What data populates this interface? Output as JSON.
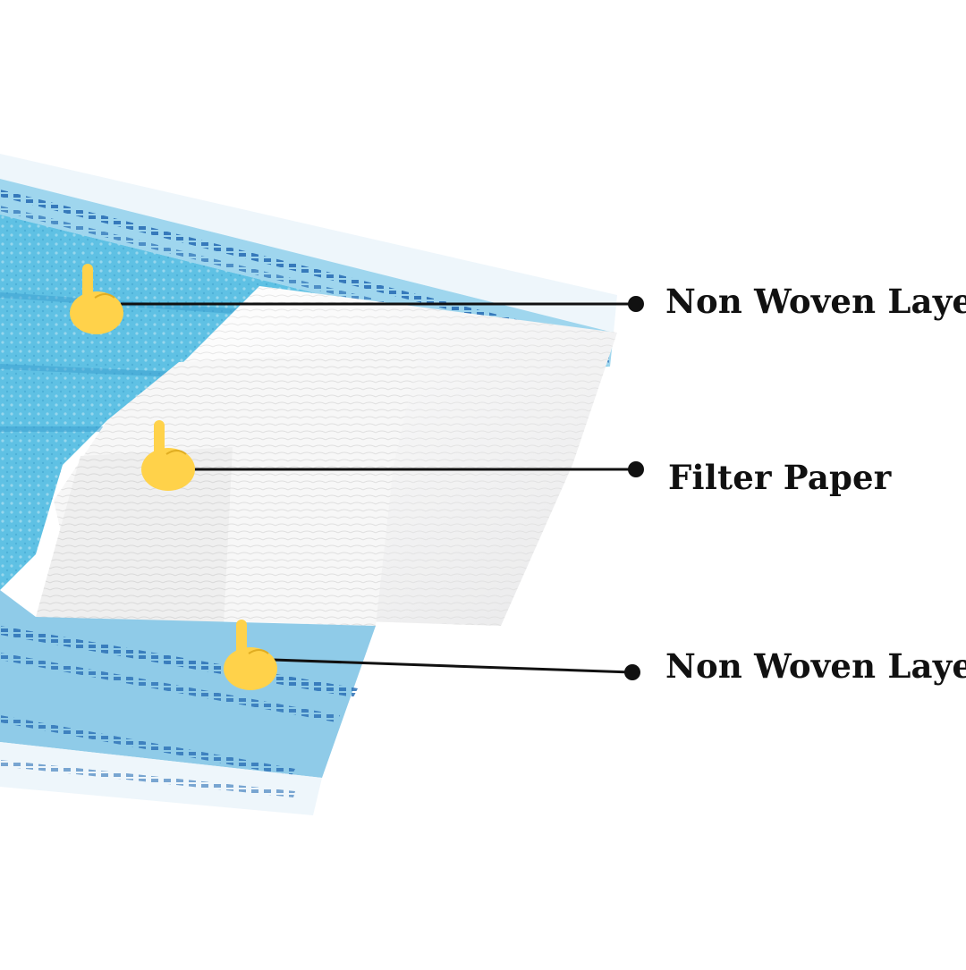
{
  "labels": {
    "top": "Non Woven Layer",
    "middle": "Filter Paper",
    "bottom": "Non Woven Layer"
  },
  "icons": {
    "pointer": "pointing-hand-icon",
    "dot": "callout-dot-icon"
  },
  "colors": {
    "mask_blue": "#5fc1e4",
    "mask_blue_dark": "#3a9fd0",
    "stitch_blue": "#2a6fb5",
    "filter_white": "#f3f3f3",
    "hand_yellow": "#ffd24a",
    "line": "#111111",
    "background": "#ffffff"
  }
}
